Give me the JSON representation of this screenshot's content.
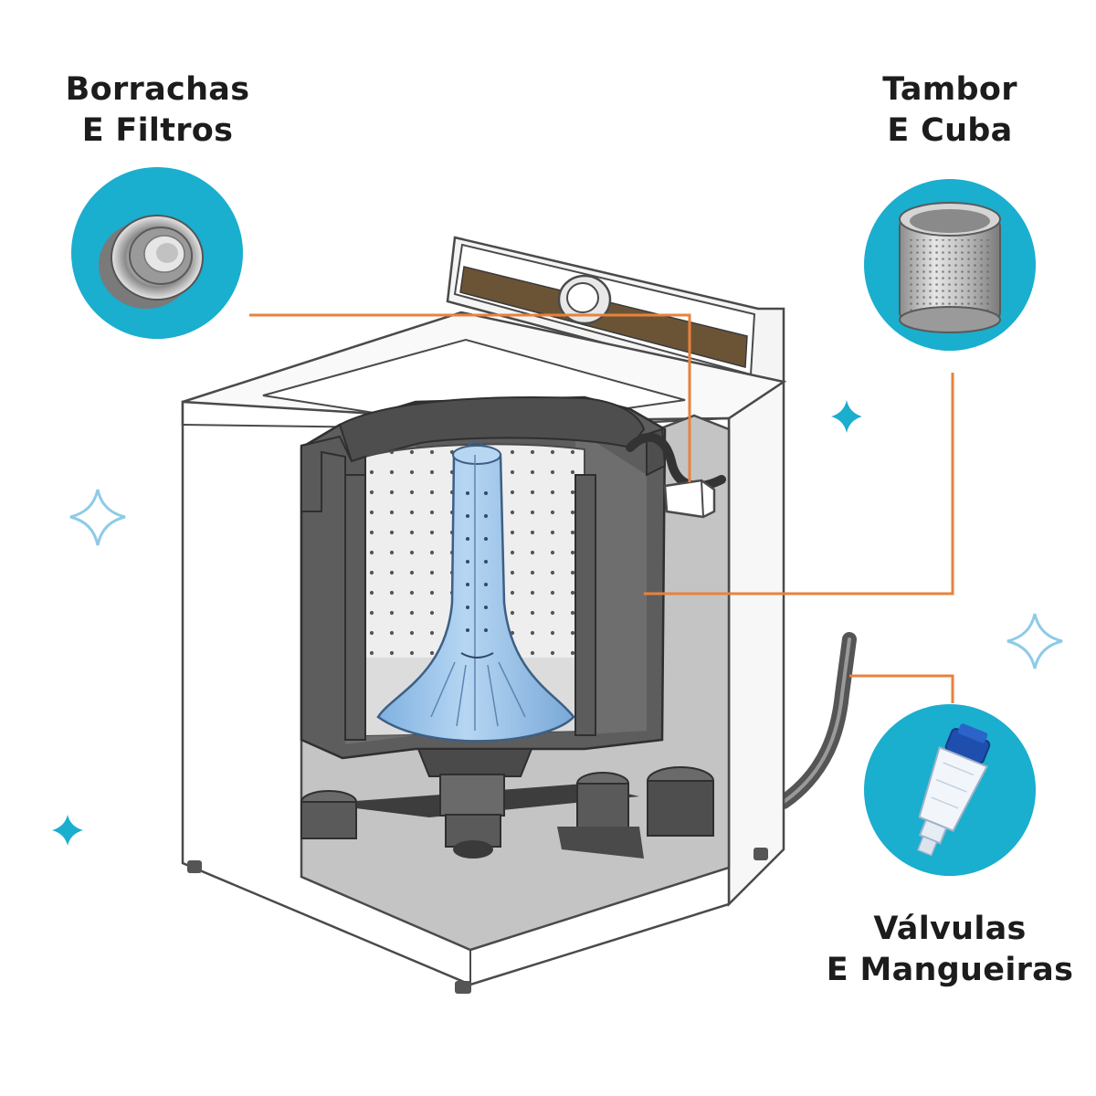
{
  "labels": {
    "seals_filters": {
      "line1": "Borrachas",
      "line2": "E Filtros"
    },
    "drum_tub": {
      "line1": "Tambor",
      "line2": "E Cuba"
    },
    "valves_hoses": {
      "line1": "Válvulas",
      "line2": "E Mangueiras"
    }
  },
  "icons": {
    "seals_filters": "rubber-seal-ring-icon",
    "drum_tub": "stainless-drum-icon",
    "valves_hoses": "water-filter-valve-icon",
    "sparkles": "sparkle-icon"
  },
  "colors": {
    "badge_fill": "#1aaecf",
    "leader_line": "#e8823c",
    "agitator_blue": "#9cc6ec",
    "machine_body": "#ffffff",
    "machine_outline": "#4a4a4a",
    "tub_gray": "#5d5d5d",
    "cavity_gray": "#c4c4c4",
    "sparkle_dark": "#1aaecf",
    "sparkle_light": "#8ecbe7"
  }
}
